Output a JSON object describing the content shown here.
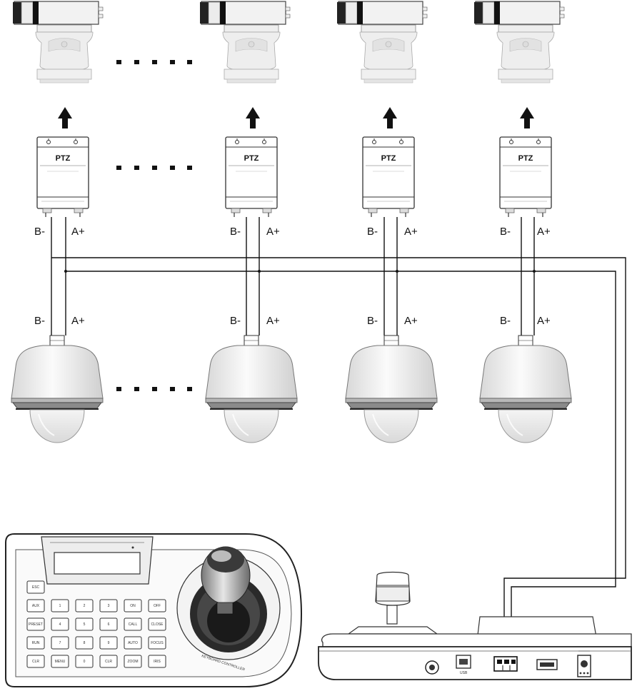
{
  "decoder": {
    "title": "PTZ"
  },
  "wires": {
    "b_minus": "B-",
    "a_plus": "A+"
  },
  "ellipsis": "· · · · ·",
  "columns": [
    "left",
    "middle-1",
    "middle-2",
    "right"
  ],
  "keyboard": {
    "brand": "KEYBOARD CONTROLLER",
    "usb_label": "USB",
    "keys": [
      [
        "ESC",
        "",
        "",
        "",
        "",
        ""
      ],
      [
        "AUX",
        "1",
        "2",
        "3",
        "ON",
        "OFF"
      ],
      [
        "PRESET",
        "4",
        "5",
        "6",
        "CALL",
        "CLOSE"
      ],
      [
        "RUN",
        "7",
        "8",
        "9",
        "AUTO",
        "FOCUS"
      ],
      [
        "CLR",
        "MENU",
        "0",
        "CLR",
        "ZOOM",
        "IRIS"
      ]
    ]
  }
}
